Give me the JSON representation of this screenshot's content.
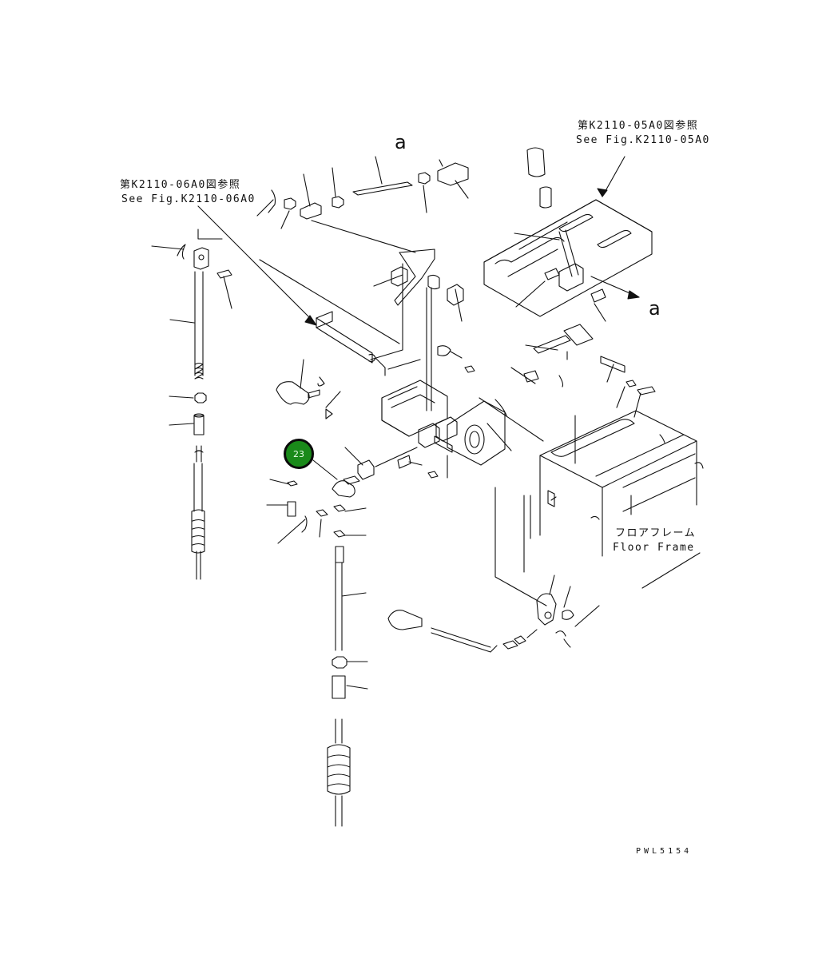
{
  "references": {
    "top_right_jp": "第K2110-05A0図参照",
    "top_right_en": "See Fig.K2110-05A0",
    "left_jp": "第K2110-06A0図参照",
    "left_en": "See Fig.K2110-06A0"
  },
  "floor_frame": {
    "jp": "フロアフレーム",
    "en": "Floor Frame"
  },
  "markers": {
    "a_top": "a",
    "a_right": "a"
  },
  "callout": {
    "number": "23",
    "fill": "#1a8a1a"
  },
  "drawing_code": "PWL5154"
}
